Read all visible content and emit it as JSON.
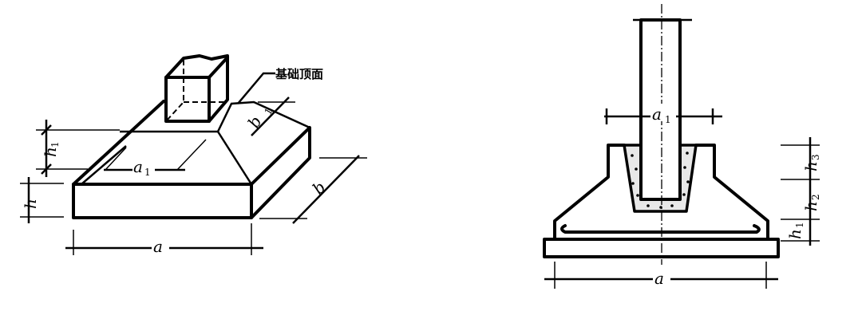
{
  "left_figure": {
    "callout": "基础顶面",
    "dims": {
      "a": "a",
      "a1": "a",
      "a1_sub": "1",
      "b": "b",
      "b1": "b",
      "b1_sub": "1",
      "h": "h",
      "h1": "h",
      "h1_sub": "1"
    }
  },
  "right_figure": {
    "dims": {
      "a": "a",
      "a1": "a",
      "a1_sub": "1",
      "h1": "h",
      "h1_sub": "1",
      "h2": "h",
      "h2_sub": "2",
      "h3": "h",
      "h3_sub": "3"
    }
  }
}
